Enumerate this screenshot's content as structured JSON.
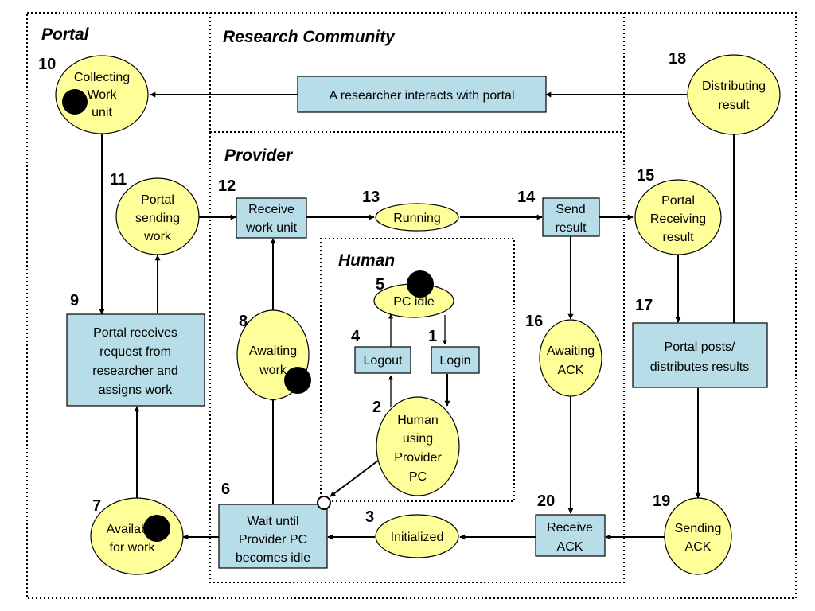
{
  "regions": {
    "portal": "Portal",
    "research": "Research Community",
    "provider": "Provider",
    "human": "Human"
  },
  "nodes": {
    "n1": {
      "num": "1",
      "lines": [
        "Login"
      ]
    },
    "n2": {
      "num": "2",
      "lines": [
        "Human",
        "using",
        "Provider",
        "PC"
      ]
    },
    "n3": {
      "num": "3",
      "lines": [
        "Initialized"
      ]
    },
    "n4": {
      "num": "4",
      "lines": [
        "Logout"
      ]
    },
    "n5": {
      "num": "5",
      "lines": [
        "PC idle"
      ]
    },
    "n6": {
      "num": "6",
      "lines": [
        "Wait until",
        "Provider PC",
        "becomes idle"
      ]
    },
    "n7": {
      "num": "7",
      "lines": [
        "Available",
        "for work"
      ]
    },
    "n8": {
      "num": "8",
      "lines": [
        "Awaiting",
        "work"
      ]
    },
    "n9": {
      "num": "9",
      "lines": [
        "Portal receives",
        "request from",
        "researcher and",
        "assigns work"
      ]
    },
    "n10": {
      "num": "10",
      "lines": [
        "Collecting",
        "Work",
        "unit"
      ]
    },
    "n11": {
      "num": "11",
      "lines": [
        "Portal",
        "sending",
        "work"
      ]
    },
    "n12": {
      "num": "12",
      "lines": [
        "Receive",
        "work unit"
      ]
    },
    "n13": {
      "num": "13",
      "lines": [
        "Running"
      ]
    },
    "n14": {
      "num": "14",
      "lines": [
        "Send",
        "result"
      ]
    },
    "n15": {
      "num": "15",
      "lines": [
        "Portal",
        "Receiving",
        "result"
      ]
    },
    "n16": {
      "num": "16",
      "lines": [
        "Awaiting",
        "ACK"
      ]
    },
    "n17": {
      "num": "17",
      "lines": [
        "Portal posts/",
        "distributes results"
      ]
    },
    "n18": {
      "num": "18",
      "lines": [
        "Distributing",
        "result"
      ]
    },
    "n19": {
      "num": "19",
      "lines": [
        "Sending",
        "ACK"
      ]
    },
    "n20": {
      "num": "20",
      "lines": [
        "Receive",
        "ACK"
      ]
    },
    "research_box": {
      "lines": [
        "A researcher interacts with portal"
      ]
    }
  },
  "colors": {
    "state_fill": "#ffff99",
    "activity_fill": "#b7dde8",
    "token": "#000000"
  }
}
